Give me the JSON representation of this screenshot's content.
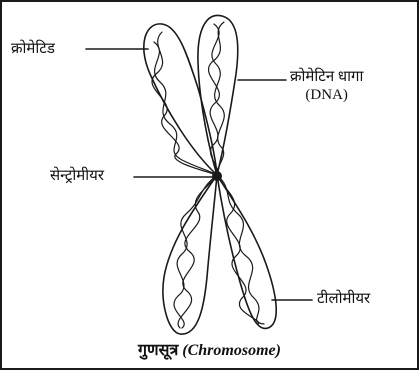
{
  "labels": {
    "chromatid": "क्रोमेटिड",
    "chromatin_line1": "क्रोमेटिन धागा",
    "chromatin_line2": "(DNA)",
    "centromere": "सेन्ट्रोमीयर",
    "telomere": "टीलोमीयर"
  },
  "caption": {
    "hindi": "गुणसूत्र",
    "english": "(Chromosome)"
  },
  "colors": {
    "line": "#1a1a1a",
    "background": "#ffffff"
  }
}
